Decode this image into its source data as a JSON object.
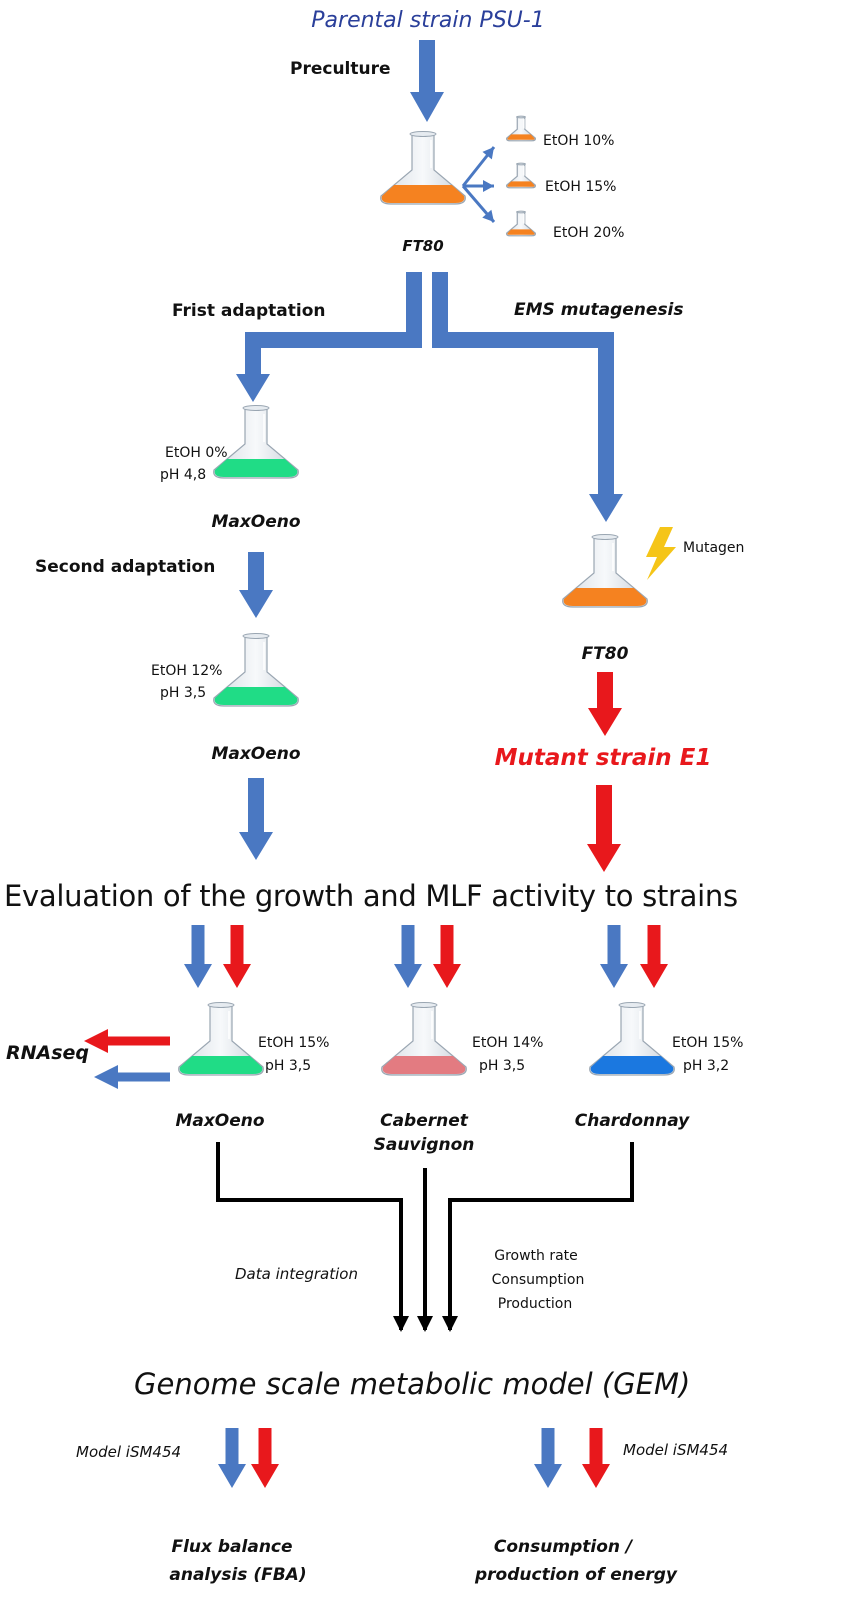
{
  "title": "Parental strain PSU-1",
  "preculture": "Preculture",
  "ft80_top": "FT80",
  "etoh_10": "EtOH 10%",
  "etoh_15": "EtOH 15%",
  "etoh_20": "EtOH 20%",
  "first_adaptation": "Frist adaptation",
  "ems_mutagenesis": "EMS mutagenesis",
  "flask1_cond": [
    "EtOH 0%",
    "pH 4,8"
  ],
  "maxoeno_1": "MaxOeno",
  "second_adaptation": "Second adaptation",
  "flask2_cond": [
    "EtOH 12%",
    "pH 3,5"
  ],
  "maxoeno_2": "MaxOeno",
  "mutagen": "Mutagen",
  "ft80_mut": "FT80",
  "mutant_strain": "Mutant strain E1",
  "evaluation_heading": "Evaluation of the growth and MLF activity to strains",
  "rnaseq": "RNAseq",
  "flask_maxoeno_cond": [
    "EtOH 15%",
    "pH 3,5"
  ],
  "flask_maxoeno_name": "MaxOeno",
  "flask_cabernet_cond": [
    "EtOH 14%",
    "pH 3,5"
  ],
  "flask_cabernet_name": [
    "Cabernet",
    "Sauvignon"
  ],
  "flask_chardonnay_cond": [
    "EtOH 15%",
    "pH 3,2"
  ],
  "flask_chardonnay_name": "Chardonnay",
  "data_integration": "Data integration",
  "metrics": [
    "Growth rate",
    "Consumption",
    "Production"
  ],
  "gem_heading": "Genome scale metabolic model (GEM)",
  "model_left": "Model iSM454",
  "model_right": "Model iSM454",
  "fba": [
    "Flux balance",
    "analysis (FBA)"
  ],
  "energy": [
    "Consumption /",
    "production of energy"
  ],
  "colors": {
    "blue": "#4a78c2",
    "red": "#e8181c",
    "title_blue": "#2a3f9a",
    "orange": "#f58220",
    "green": "#20dc86",
    "pink": "#e37b81",
    "sky": "#1b78e0",
    "bolt": "#f5c518"
  }
}
